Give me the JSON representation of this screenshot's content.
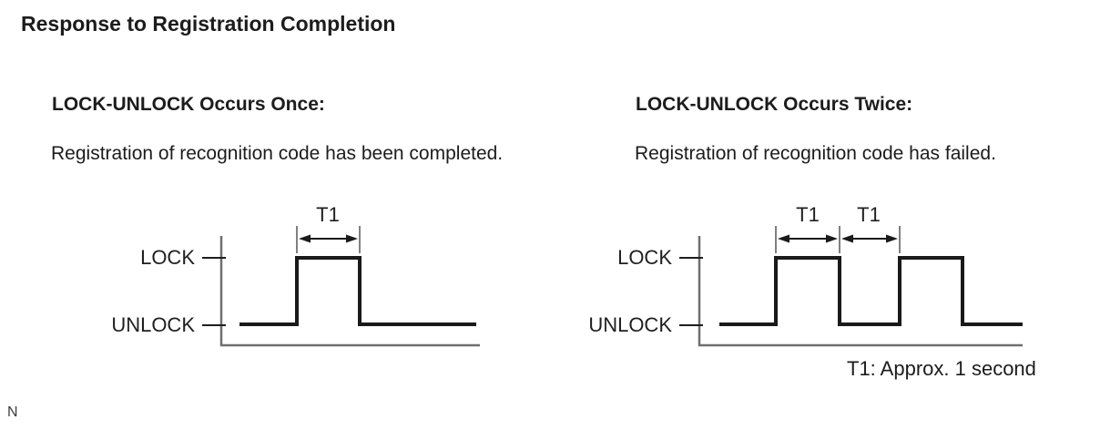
{
  "page": {
    "title": "Response to Registration Completion",
    "footnote_letter": "N"
  },
  "note": "T1: Approx. 1 second",
  "colors": {
    "waveform": "#1a1a1a",
    "axis": "#6f6f6f",
    "text": "#1f1f1f"
  },
  "panels": [
    {
      "heading": "LOCK-UNLOCK Occurs Once:",
      "description": "Registration of recognition code has been completed.",
      "diagram": {
        "lock_label": "LOCK",
        "unlock_label": "UNLOCK",
        "t1_labels": [
          "T1"
        ],
        "pulse_count": 1
      }
    },
    {
      "heading": "LOCK-UNLOCK Occurs Twice:",
      "description": "Registration of recognition code has failed.",
      "diagram": {
        "lock_label": "LOCK",
        "unlock_label": "UNLOCK",
        "t1_labels": [
          "T1",
          "T1"
        ],
        "pulse_count": 2
      }
    }
  ],
  "chart_data": [
    {
      "type": "line",
      "title": "LOCK-UNLOCK Occurs Once",
      "y_levels": [
        "UNLOCK",
        "LOCK"
      ],
      "waveform": [
        {
          "level": "UNLOCK"
        },
        {
          "level": "LOCK",
          "duration": "T1"
        },
        {
          "level": "UNLOCK"
        }
      ],
      "annotations": [
        "T1"
      ]
    },
    {
      "type": "line",
      "title": "LOCK-UNLOCK Occurs Twice",
      "y_levels": [
        "UNLOCK",
        "LOCK"
      ],
      "waveform": [
        {
          "level": "UNLOCK"
        },
        {
          "level": "LOCK",
          "duration": "T1"
        },
        {
          "level": "UNLOCK",
          "duration": "T1"
        },
        {
          "level": "LOCK"
        },
        {
          "level": "UNLOCK"
        }
      ],
      "annotations": [
        "T1",
        "T1"
      ],
      "note": "T1: Approx. 1 second"
    }
  ]
}
